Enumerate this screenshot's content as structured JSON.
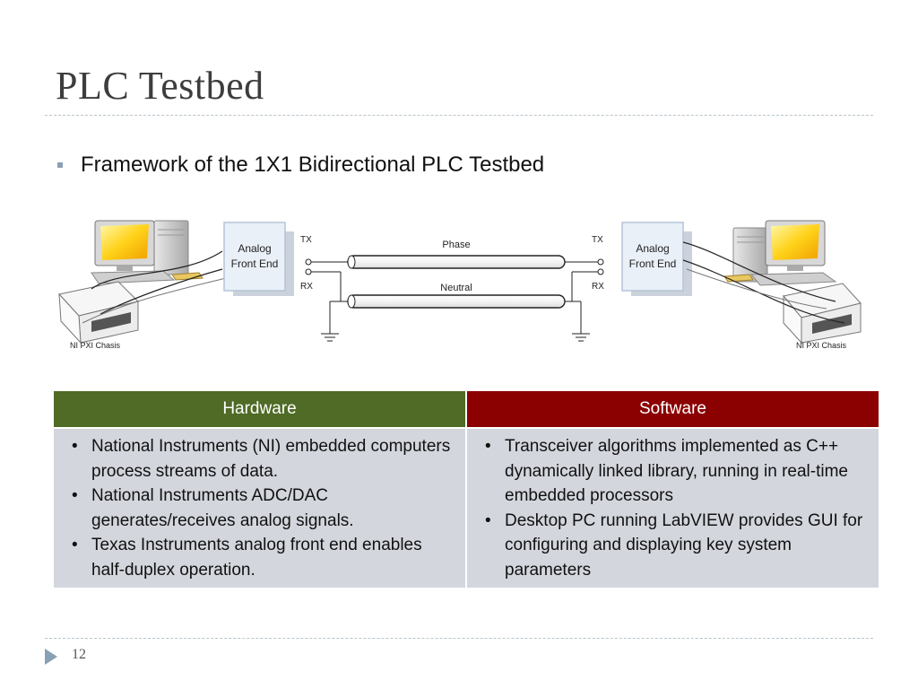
{
  "slide": {
    "title": "PLC Testbed",
    "bullet": "Framework of the 1X1 Bidirectional PLC Testbed",
    "page_number": "12"
  },
  "diagram": {
    "left_box_label": [
      "Analog",
      "Front End"
    ],
    "right_box_label": [
      "Analog",
      "Front End"
    ],
    "tx": "TX",
    "rx": "RX",
    "phase": "Phase",
    "neutral": "Neutral",
    "left_caption": "NI PXI Chasis",
    "right_caption": "NI PXI Chasis"
  },
  "table": {
    "hardware_header": "Hardware",
    "software_header": "Software",
    "hardware_items": [
      "National Instruments (NI) embedded computers process  streams of data.",
      "National Instruments ADC/DAC generates/receives analog signals.",
      "Texas Instruments analog front end enables half-duplex operation."
    ],
    "software_items": [
      "Transceiver algorithms implemented as C++ dynamically linked library, running in real-time embedded processors",
      "Desktop PC running LabVIEW provides GUI for configuring and displaying key system parameters"
    ]
  }
}
